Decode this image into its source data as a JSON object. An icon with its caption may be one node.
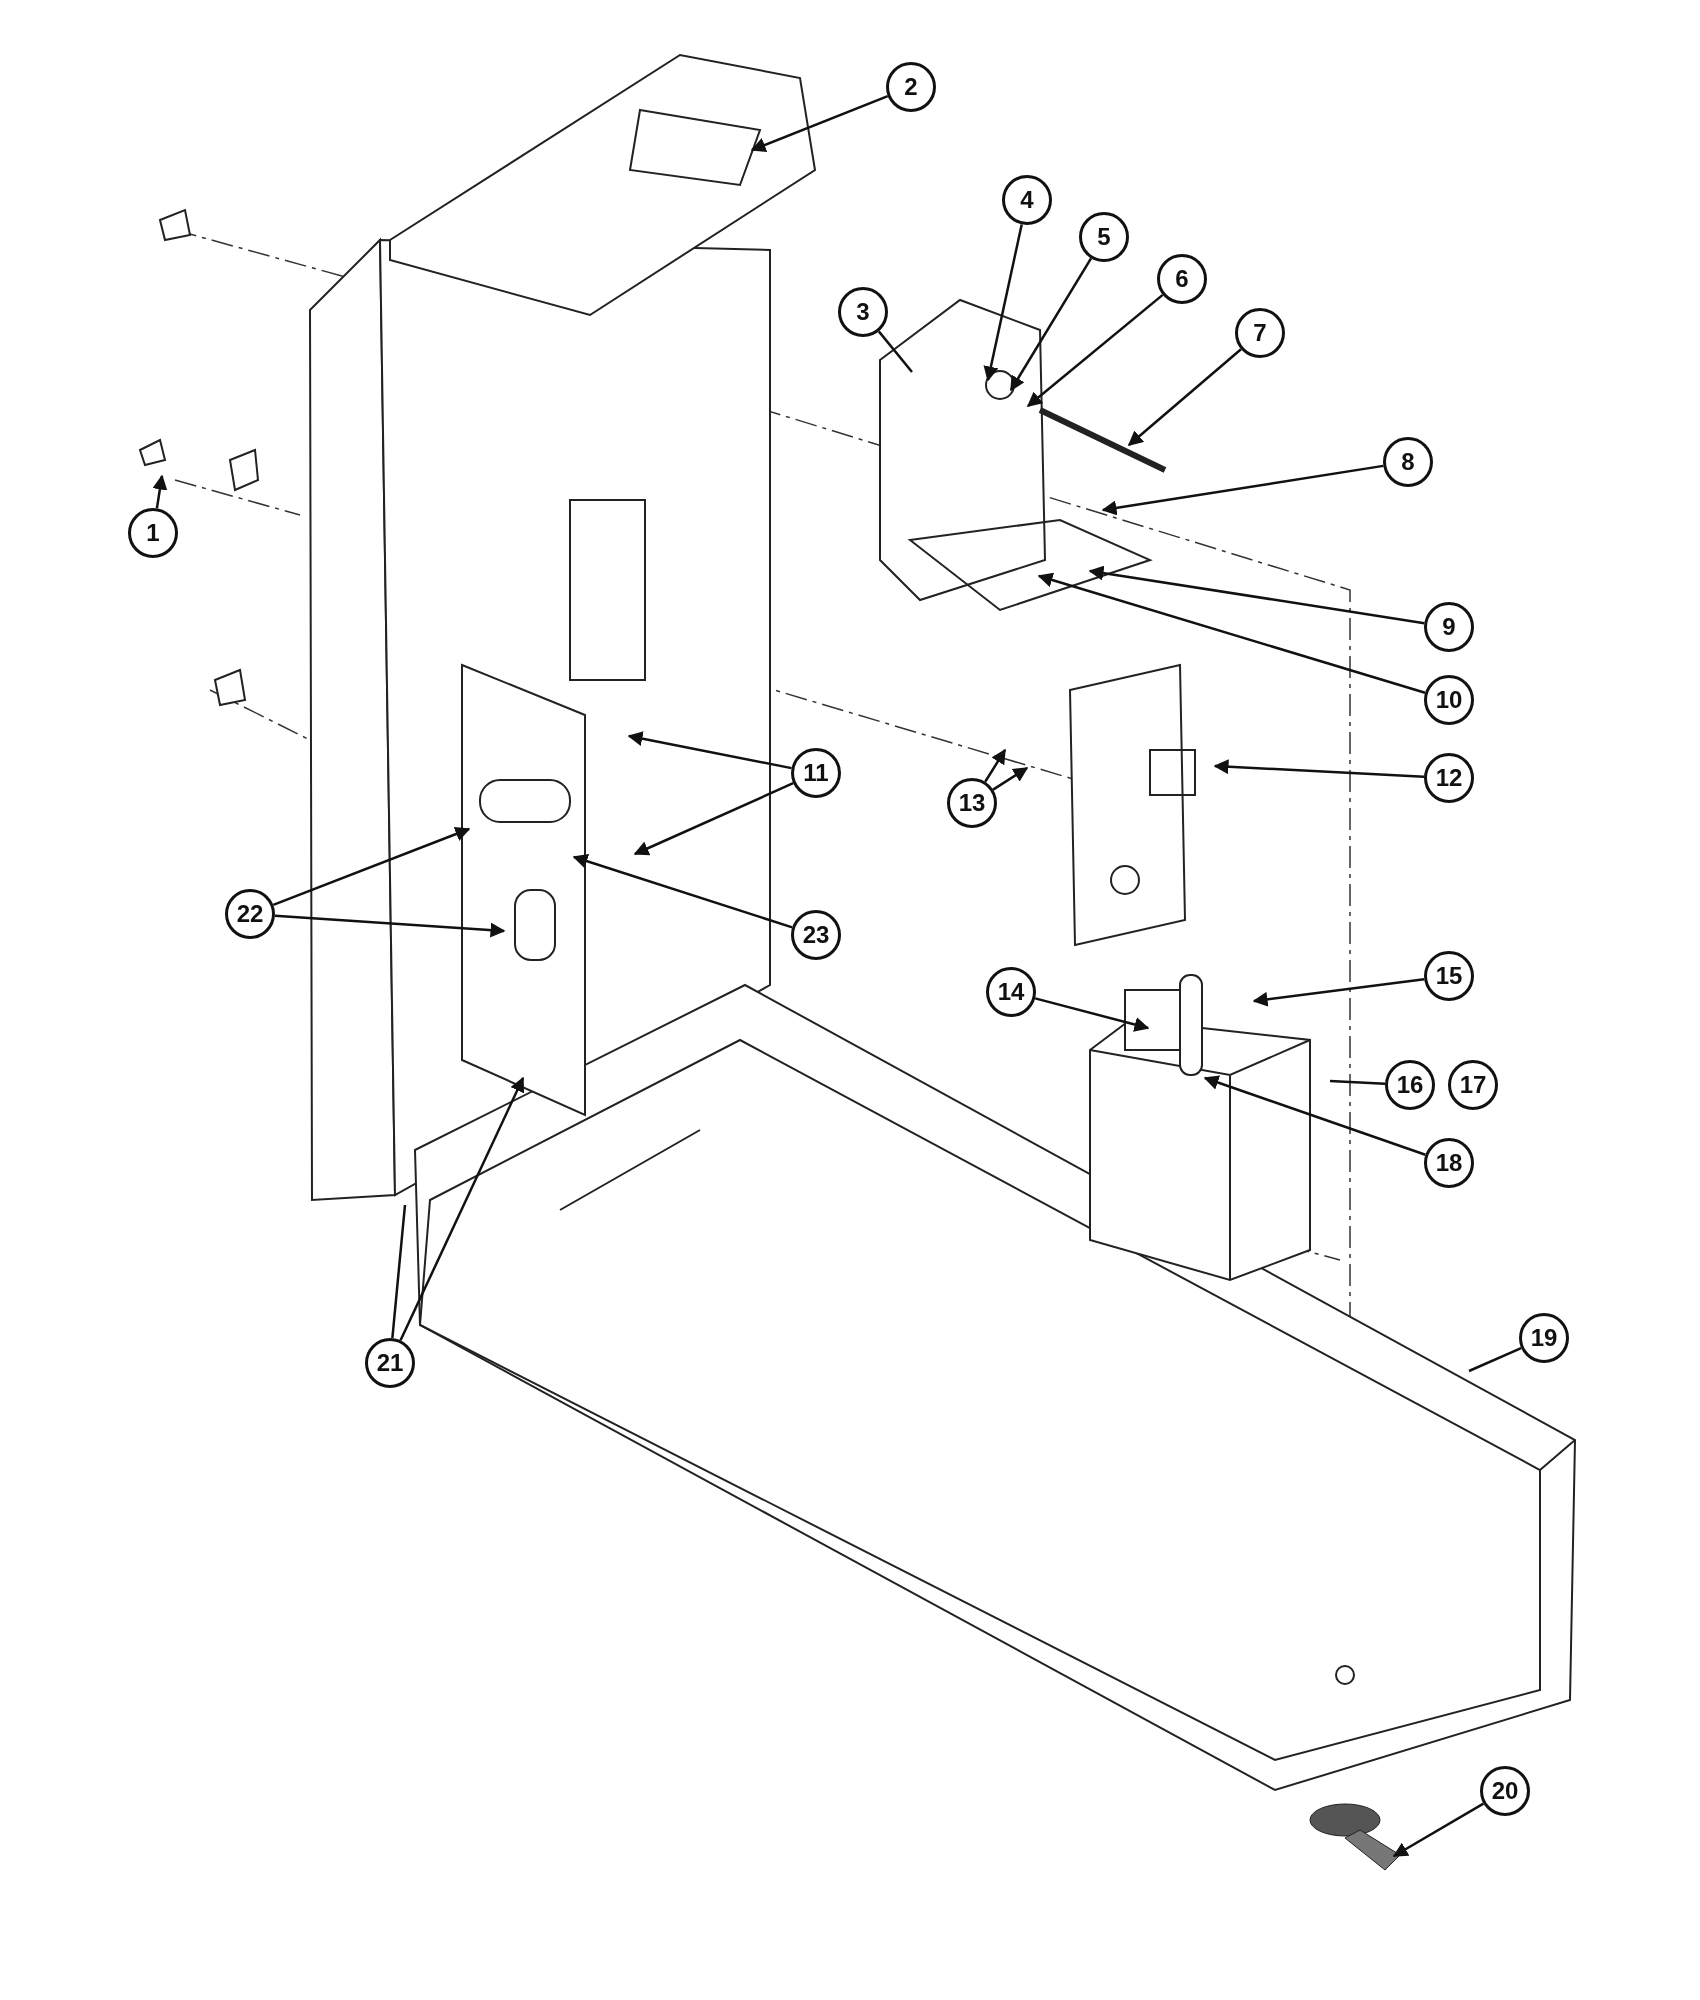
{
  "diagram": {
    "nodes": [
      {
        "text": [
          "1"
        ]
      },
      {
        "text": [
          "2"
        ]
      },
      {
        "text": [
          "3"
        ]
      },
      {
        "text": [
          "4"
        ]
      },
      {
        "text": [
          "5"
        ]
      },
      {
        "text": [
          "6"
        ]
      },
      {
        "text": [
          "7"
        ]
      },
      {
        "text": [
          "8"
        ]
      },
      {
        "text": [
          "9"
        ]
      },
      {
        "text": [
          "10"
        ]
      },
      {
        "text": [
          "11"
        ]
      },
      {
        "text": [
          "12"
        ]
      },
      {
        "text": [
          "13"
        ]
      },
      {
        "text": [
          "14"
        ]
      },
      {
        "text": [
          "15"
        ]
      },
      {
        "text": [
          "16"
        ]
      },
      {
        "text": [
          "17"
        ]
      },
      {
        "text": [
          "18"
        ]
      },
      {
        "text": [
          "19"
        ]
      },
      {
        "text": [
          "20"
        ]
      },
      {
        "text": [
          "21"
        ]
      },
      {
        "text": [
          "22"
        ]
      },
      {
        "text": [
          "23"
        ]
      }
    ],
    "edges": [
      {
        "from": 0,
        "to": null,
        "arrow": "to"
      },
      {
        "from": 1,
        "to": null,
        "arrow": "to"
      },
      {
        "from": 2,
        "to": null,
        "arrow": "none"
      },
      {
        "from": 3,
        "to": null,
        "arrow": "to"
      },
      {
        "from": 4,
        "to": null,
        "arrow": "to"
      },
      {
        "from": 5,
        "to": null,
        "arrow": "to"
      },
      {
        "from": 6,
        "to": null,
        "arrow": "to"
      },
      {
        "from": 7,
        "to": null,
        "arrow": "to"
      },
      {
        "from": 8,
        "to": null,
        "arrow": "to"
      },
      {
        "from": 9,
        "to": null,
        "arrow": "to"
      },
      {
        "from": 10,
        "to": null,
        "arrow": "to"
      },
      {
        "from": 10,
        "to": null,
        "arrow": "to"
      },
      {
        "from": 11,
        "to": null,
        "arrow": "to"
      },
      {
        "from": 12,
        "to": null,
        "arrow": "to"
      },
      {
        "from": 12,
        "to": null,
        "arrow": "to"
      },
      {
        "from": 13,
        "to": null,
        "arrow": "to"
      },
      {
        "from": 14,
        "to": null,
        "arrow": "to"
      },
      {
        "from": 15,
        "to": null,
        "arrow": "none"
      },
      {
        "from": 17,
        "to": null,
        "arrow": "to"
      },
      {
        "from": 18,
        "to": null,
        "arrow": "none"
      },
      {
        "from": 19,
        "to": null,
        "arrow": "to"
      },
      {
        "from": 20,
        "to": null,
        "arrow": "none"
      },
      {
        "from": 20,
        "to": null,
        "arrow": "to"
      },
      {
        "from": 21,
        "to": null,
        "arrow": "to"
      },
      {
        "from": 21,
        "to": null,
        "arrow": "to"
      },
      {
        "from": 22,
        "to": null,
        "arrow": "to"
      }
    ]
  }
}
